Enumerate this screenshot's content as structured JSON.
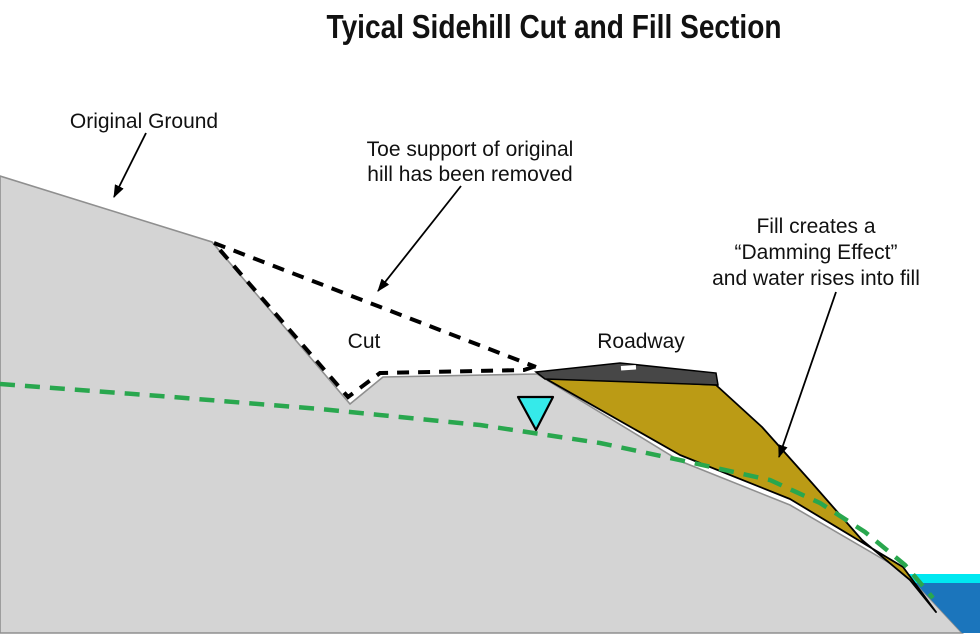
{
  "title": "Tyical Sidehill Cut and Fill Section",
  "labels": {
    "original_ground": "Original Ground",
    "toe_support_line1": "Toe support of original",
    "toe_support_line2": "hill has been removed",
    "cut": "Cut",
    "roadway": "Roadway",
    "fill_line1": "Fill creates a",
    "fill_line2": "“Damming Effect”",
    "fill_line3": "and water rises into fill"
  },
  "colors": {
    "background": "#ffffff",
    "ground_fill": "#d4d4d4",
    "ground_stroke": "#8f8f8f",
    "embankment_fill": "#bb9b15",
    "embankment_stroke": "#000000",
    "roadway_fill": "#474747",
    "roadway_stroke": "#000000",
    "road_marking": "#ffffff",
    "water_blue": "#1b75bc",
    "water_surface_cyan": "#00e8f1",
    "water_symbol_cyan": "#35eaea",
    "water_table_green": "#29a74e",
    "dashed_black": "#000000",
    "text_color": "#111111"
  }
}
